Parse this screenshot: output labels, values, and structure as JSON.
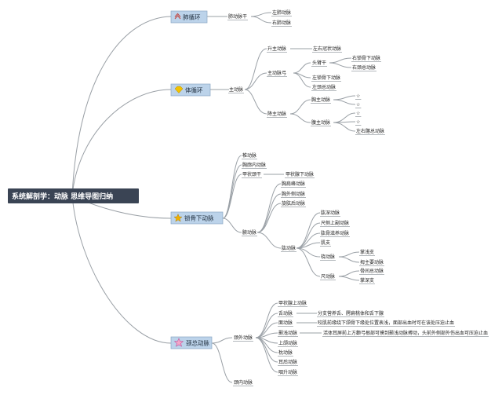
{
  "root": "系统解剖学：动脉 思维导图归纳",
  "branches": {
    "pulmonary": {
      "label": "肺循环",
      "icon": "chevrons-icon",
      "icon_color": "#c0504d",
      "trunk": "肺动脉干",
      "left": "左肺动脉",
      "right": "右肺动脉"
    },
    "systemic": {
      "label": "体循环",
      "icon": "diamond-icon",
      "icon_color": "#e0b000",
      "aorta": "主动脉",
      "ascending": {
        "label": "升主动脉",
        "children": [
          "左右冠状动脉"
        ]
      },
      "arch": {
        "label": "主动脉弓",
        "brachiocephalic": {
          "label": "头臂干",
          "children": [
            "右锁骨下动脉",
            "右颈总动脉"
          ]
        },
        "children": [
          "左锁骨下动脉",
          "左颈总动脉"
        ]
      },
      "descending": {
        "label": "降主动脉",
        "thoracic": {
          "label": "胸主动脉",
          "children": [
            "☆",
            "☆"
          ]
        },
        "abdominal": {
          "label": "腹主动脉",
          "children": [
            "☆",
            "☆",
            "左右髂总动脉"
          ]
        }
      }
    },
    "subclavian": {
      "label": "锁骨下动脉",
      "icon": "star-icon",
      "icon_color": "#e0a000",
      "items": [
        "椎动脉",
        "胸廓内动脉",
        "甲状颈干",
        "腋动脉"
      ],
      "thyrocervical_child": "甲状腺下动脉",
      "axillary_children": [
        "胸肩峰动脉",
        "胸外侧动脉",
        "旋肱后动脉",
        "肱动脉"
      ],
      "brachial_children": [
        "肱深动脉",
        "尺侧上副动脉",
        "肱骨滋养动脉",
        "肌支",
        "桡动脉",
        "尺动脉"
      ],
      "radial_children": [
        "掌浅支",
        "拇主要动脉"
      ],
      "ulnar_children": [
        "骨间总动脉",
        "掌深支"
      ]
    },
    "carotid": {
      "label": "颈总动脉",
      "icon": "flower-icon",
      "icon_color": "#c0509a",
      "external": "颈外动脉",
      "internal": "颈内动脉",
      "external_children": [
        "甲状腺上动脉",
        "舌动脉",
        "面动脉",
        "颞浅动脉",
        "上颌动脉",
        "枕动脉",
        "耳后动脉",
        "咽升动脉"
      ],
      "notes": {
        "tongue": "分支营养舌、腭扁桃体和舌下腺",
        "face": "咬肌前缘绕下颌骨下缘处位置表浅，面部出血时可在该处压迫止血",
        "temporal": "活体耳屏前上方颧弓根部可摸到颞浅动脉搏动，头前外侧部外伤出血可压迫止血"
      }
    }
  }
}
